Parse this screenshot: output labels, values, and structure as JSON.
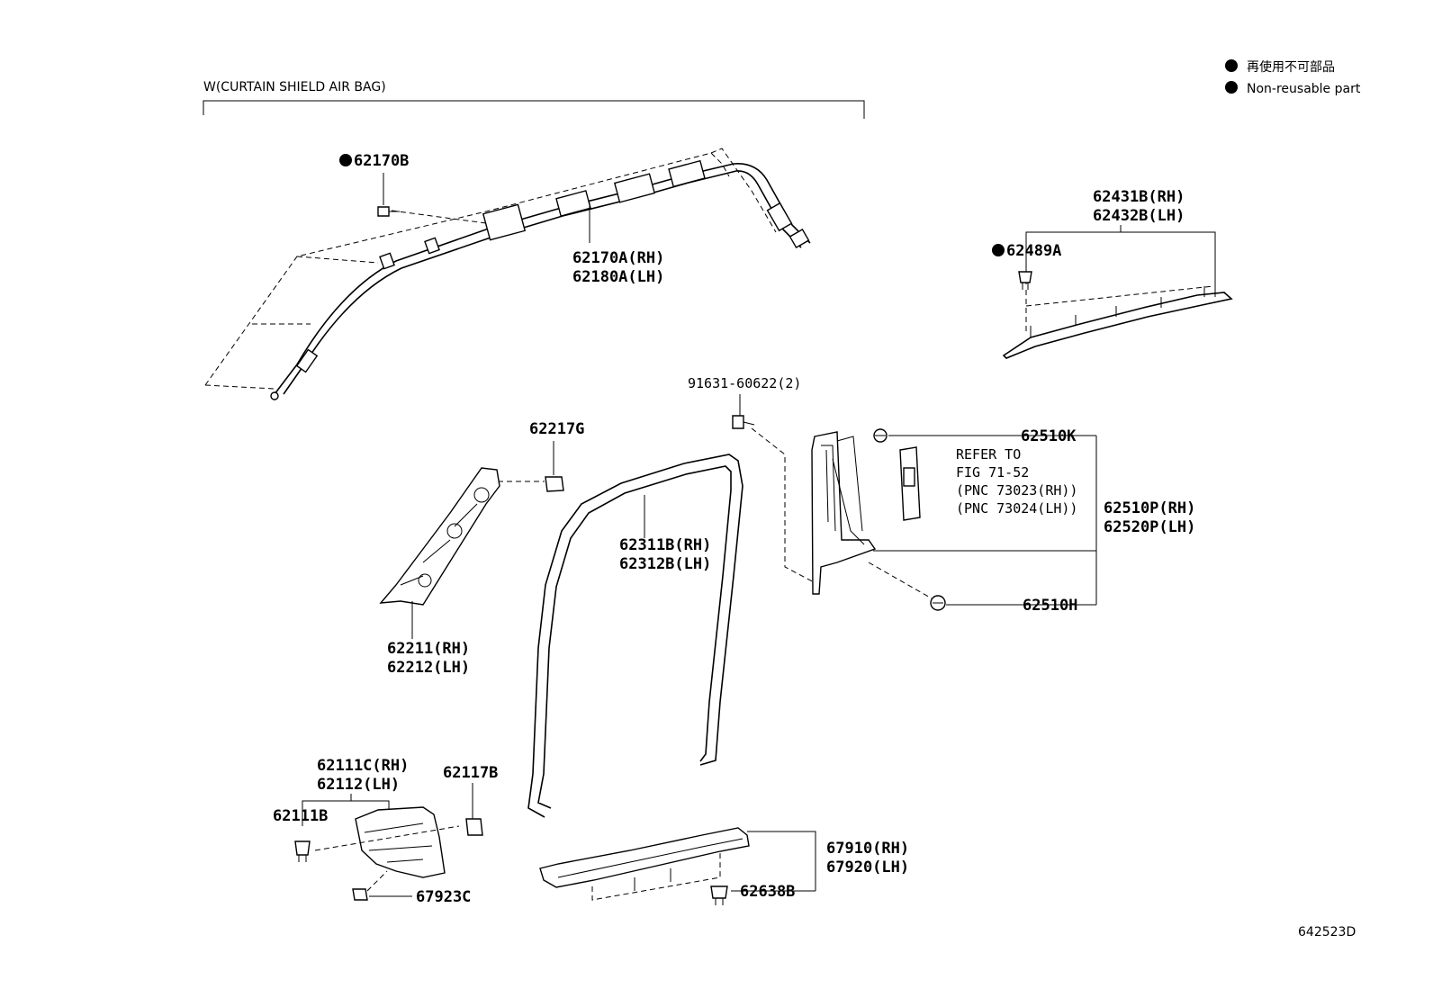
{
  "legend": {
    "line1": "再使用不可部品",
    "line2": "Non-reusable part"
  },
  "group_title": "W(CURTAIN SHIELD AIR BAG)",
  "labels": {
    "p62170B": "62170B",
    "p62170A": "62170A(RH)",
    "p62180A": "62180A(LH)",
    "p62431B": "62431B(RH)",
    "p62432B": "62432B(LH)",
    "p62489A": "62489A",
    "p91631": "91631-60622(2)",
    "p62217G": "62217G",
    "p62510K": "62510K",
    "refer1": "REFER TO",
    "refer2": "FIG 71-52",
    "refer3": "(PNC 73023(RH))",
    "refer4": "(PNC 73024(LH))",
    "p62510P": "62510P(RH)",
    "p62520P": "62520P(LH)",
    "p62510H": "62510H",
    "p62311B": "62311B(RH)",
    "p62312B": "62312B(LH)",
    "p62211": "62211(RH)",
    "p62212": "62212(LH)",
    "p62111C": "62111C(RH)",
    "p62112": "62112(LH)",
    "p62117B": "62117B",
    "p62111B": "62111B",
    "p67923C": "67923C",
    "p67910": "67910(RH)",
    "p67920": "67920(LH)",
    "p62638B": "62638B",
    "drawing_no": "642523D"
  }
}
